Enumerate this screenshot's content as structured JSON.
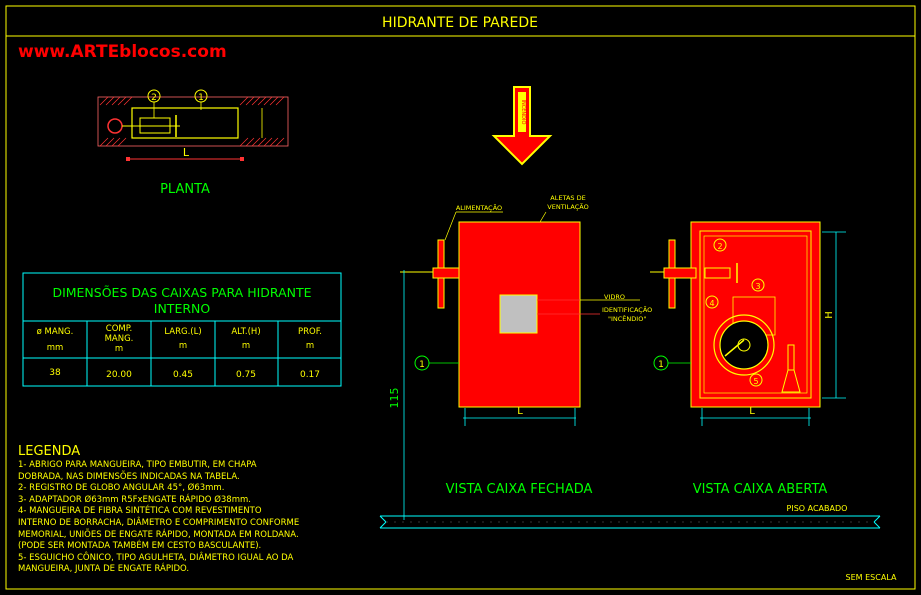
{
  "title": "HIDRANTE DE PAREDE",
  "watermark": "www.ARTEblocos.com",
  "plan": {
    "label": "PLANTA",
    "dim_L": "L",
    "callout_1": "1",
    "callout_2": "2"
  },
  "table": {
    "title_line1": "DIMENSÕES DAS CAIXAS PARA HIDRANTE",
    "title_line2": "INTERNO",
    "headers": [
      {
        "l1": "ø MANG.",
        "l2": "mm"
      },
      {
        "l1": "COMP. MANG.",
        "l2": "m"
      },
      {
        "l1": "LARG.(L)",
        "l2": "m"
      },
      {
        "l1": "ALT.(H)",
        "l2": "m"
      },
      {
        "l1": "PROF.",
        "l2": "m"
      }
    ],
    "row": [
      "38",
      "20.00",
      "0.45",
      "0.75",
      "0.17"
    ]
  },
  "legend": {
    "title": "LEGENDA",
    "lines": [
      "1- ABRIGO PARA MANGUEIRA, TIPO EMBUTIR, EM CHAPA",
      "DOBRADA, NAS DIMENSÕES INDICADAS NA TABELA.",
      "2- REGISTRO DE GLOBO ANGULAR 45°, Ø63mm.",
      "3- ADAPTADOR Ø63mm R5FxENGATE RÁPIDO Ø38mm.",
      "4- MANGUEIRA DE FIBRA SINTÉTICA COM REVESTIMENTO",
      "INTERNO DE BORRACHA, DIÂMETRO E COMPRIMENTO CONFORME",
      "MEMORIAL, UNIÕES DE ENGATE RÁPIDO, MONTADA EM ROLDANA.",
      "(PODE SER MONTADA TAMBÉM EM CESTO BASCULANTE).",
      "5- ESGUICHO CÔNICO, TIPO AGULHETA, DIÂMETRO IGUAL AO DA",
      "MANGUEIRA, JUNTA DE ENGATE RÁPIDO."
    ]
  },
  "closed_view": {
    "label": "VISTA CAIXA FECHADA",
    "alimentacao": "ALIMENTAÇÃO",
    "aletas_1": "ALETAS DE",
    "aletas_2": "VENTILAÇÃO",
    "vidro": "VIDRO",
    "identificacao_1": "IDENTIFICAÇÃO",
    "identificacao_2": "\"INCÊNDIO\"",
    "callout_1": "1",
    "dim_L": "L",
    "dim_height": "115",
    "arrow_text": "INCÊNDIO"
  },
  "open_view": {
    "label": "VISTA CAIXA ABERTA",
    "callouts": [
      "1",
      "2",
      "3",
      "4",
      "5"
    ],
    "dim_L": "L",
    "dim_H": "H"
  },
  "floor_label": "PISO ACABADO",
  "scale_note": "SEM ESCALA",
  "colors": {
    "box_red": "#ff0000",
    "cad_yellow": "#ffff00",
    "cad_cyan": "#00ffff",
    "cad_green": "#00ff00",
    "watermark_red": "#ff0000"
  }
}
